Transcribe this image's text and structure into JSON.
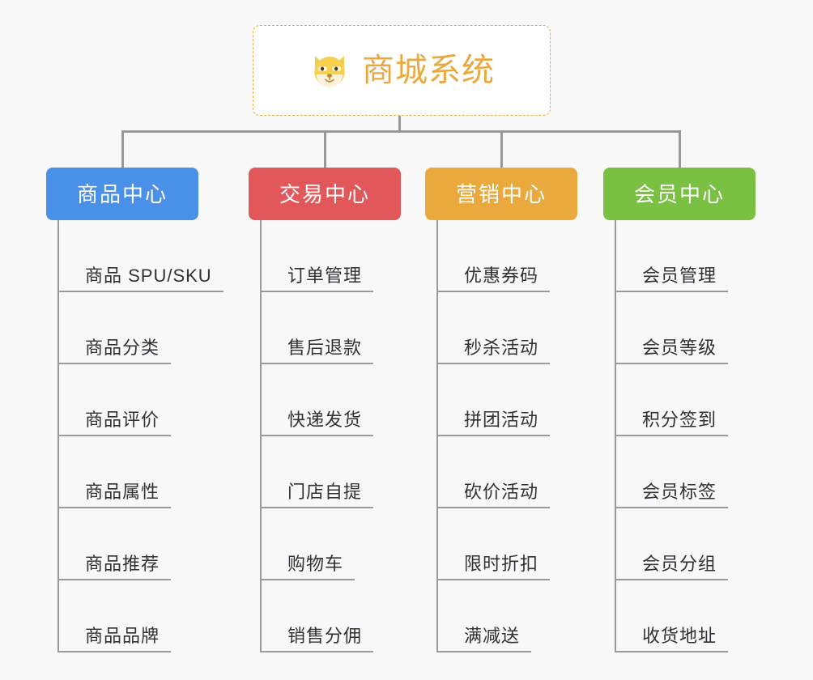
{
  "page": {
    "background_color": "#f8f8f8",
    "type": "org-chart"
  },
  "root": {
    "title": "商城系统",
    "icon": "shiba-dog-face-icon",
    "title_color": "#e9a940",
    "border_color": "#e9ab45",
    "background_color": "#ffffff"
  },
  "columns": [
    {
      "header": "商品中心",
      "color": "#4a90e8",
      "items": [
        {
          "label": "商品 SPU/SKU"
        },
        {
          "label": "商品分类"
        },
        {
          "label": "商品评价"
        },
        {
          "label": "商品属性"
        },
        {
          "label": "商品推荐"
        },
        {
          "label": "商品品牌"
        }
      ]
    },
    {
      "header": "交易中心",
      "color": "#e2585a",
      "items": [
        {
          "label": "订单管理"
        },
        {
          "label": "售后退款"
        },
        {
          "label": "快递发货"
        },
        {
          "label": "门店自提"
        },
        {
          "label": "购物车"
        },
        {
          "label": "销售分佣"
        }
      ]
    },
    {
      "header": "营销中心",
      "color": "#eaa93d",
      "items": [
        {
          "label": "优惠券码"
        },
        {
          "label": "秒杀活动"
        },
        {
          "label": "拼团活动"
        },
        {
          "label": "砍价活动"
        },
        {
          "label": "限时折扣"
        },
        {
          "label": "满减送"
        }
      ]
    },
    {
      "header": "会员中心",
      "color": "#79c043",
      "items": [
        {
          "label": "会员管理"
        },
        {
          "label": "会员等级"
        },
        {
          "label": "积分签到"
        },
        {
          "label": "会员标签"
        },
        {
          "label": "会员分组"
        },
        {
          "label": "收货地址"
        }
      ]
    }
  ],
  "connector_color": "#989898"
}
